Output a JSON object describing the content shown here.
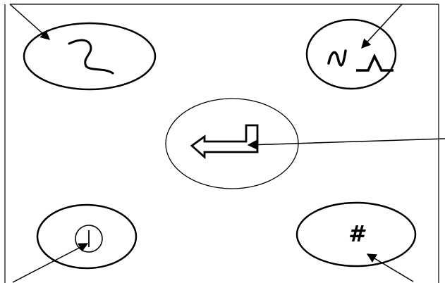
{
  "panel": {
    "background": "#ffffff",
    "stroke": "#000000"
  },
  "buttons": [
    {
      "id": "curve",
      "icon": "s-curve-icon"
    },
    {
      "id": "waveform",
      "icon": "sine-pulse-icon"
    },
    {
      "id": "enter",
      "icon": "enter-arrow-icon"
    },
    {
      "id": "power",
      "icon": "power-icon"
    },
    {
      "id": "hash",
      "icon": "hash-icon",
      "label": "#"
    }
  ]
}
